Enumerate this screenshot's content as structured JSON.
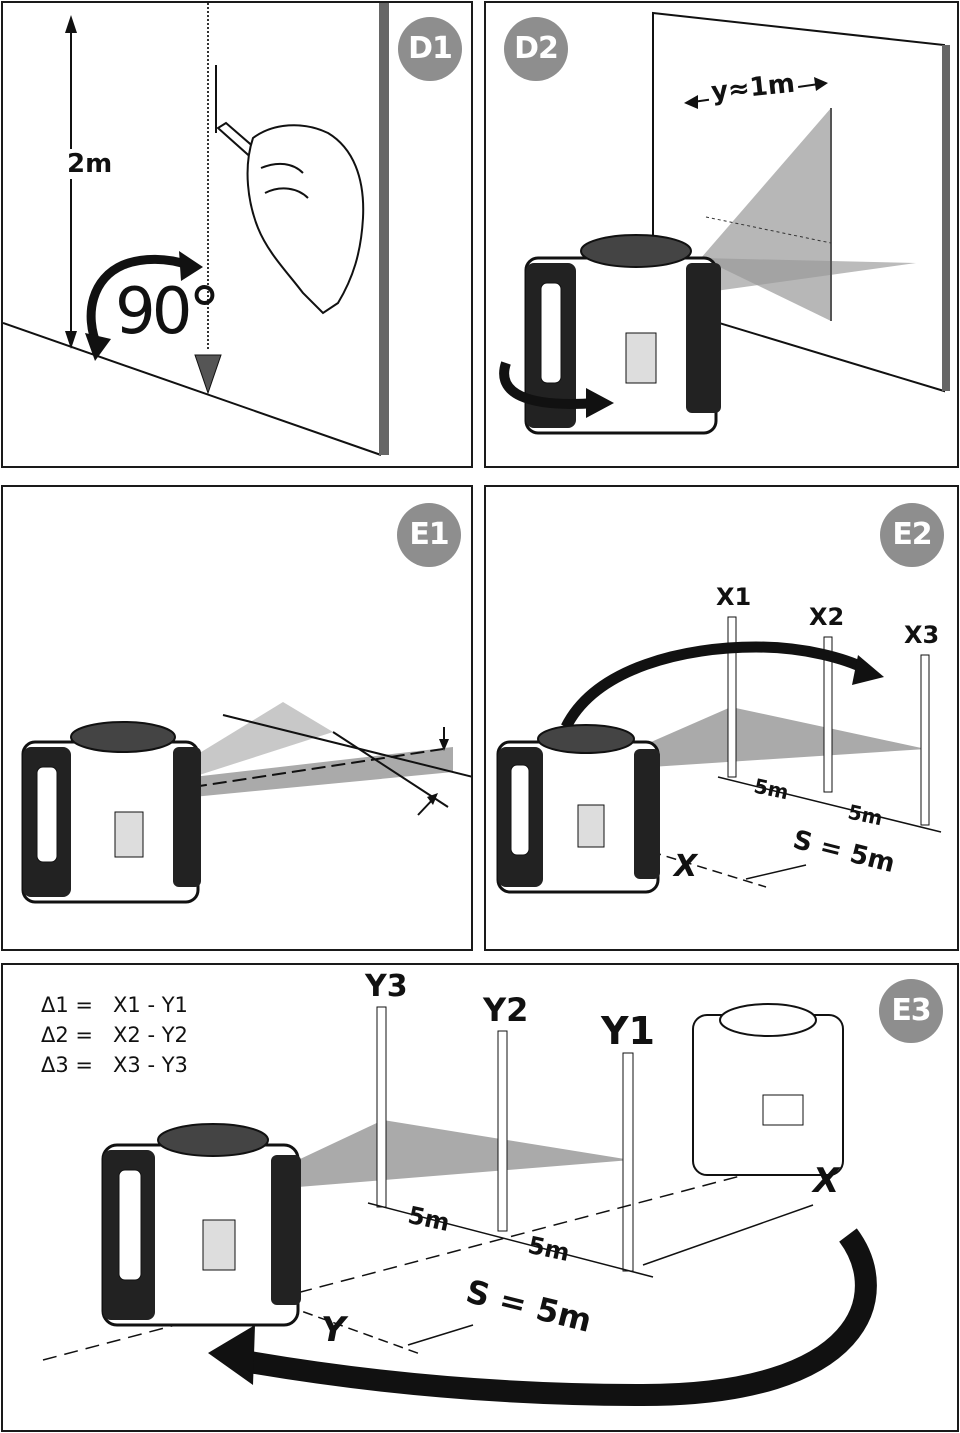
{
  "panels": {
    "d1": {
      "badge": "D1",
      "height_label": "2m",
      "angle_label": "90°"
    },
    "d2": {
      "badge": "D2",
      "distance_label": "y≈1m"
    },
    "e1": {
      "badge": "E1"
    },
    "e2": {
      "badge": "E2",
      "rods": [
        "X1",
        "X2",
        "X3"
      ],
      "spacing_1": "5m",
      "spacing_2": "5m",
      "mark_label": "X",
      "s_label": "S = 5m"
    },
    "e3": {
      "badge": "E3",
      "formulas": [
        "Δ1 =   X1 - Y1",
        "Δ2 =   X2 - Y2",
        "Δ3 =   X3 - Y3"
      ],
      "rods": [
        "Y3",
        "Y2",
        "Y1"
      ],
      "spacing_1": "5m",
      "spacing_2": "5m",
      "mark_label_y": "Y",
      "mark_label_x": "X",
      "s_label": "S = 5m"
    }
  },
  "colors": {
    "border": "#1a1a1a",
    "badge": "#8e8e8e",
    "beam": "#9a9a9a",
    "wall_edge": "#666666"
  }
}
